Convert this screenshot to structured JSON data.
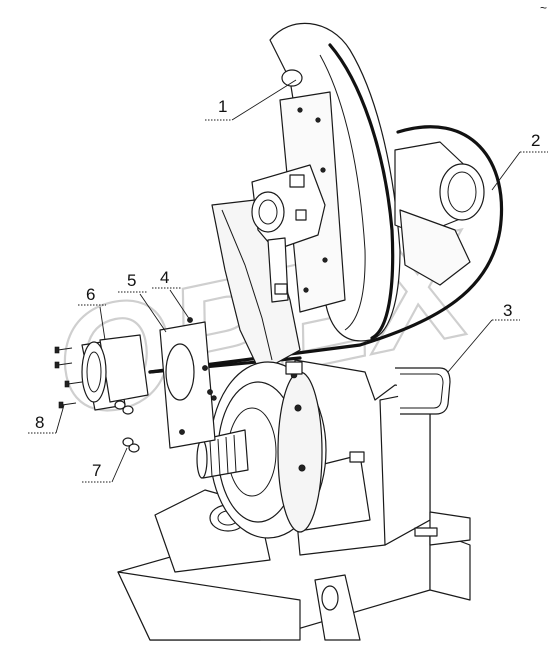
{
  "watermark": "OPEX",
  "callouts": [
    {
      "id": "1",
      "label": "1"
    },
    {
      "id": "2",
      "label": "2"
    },
    {
      "id": "3",
      "label": "3"
    },
    {
      "id": "4",
      "label": "4"
    },
    {
      "id": "5",
      "label": "5"
    },
    {
      "id": "6",
      "label": "6"
    },
    {
      "id": "7",
      "label": "7"
    },
    {
      "id": "8",
      "label": "8"
    }
  ],
  "corner_mark": "~"
}
